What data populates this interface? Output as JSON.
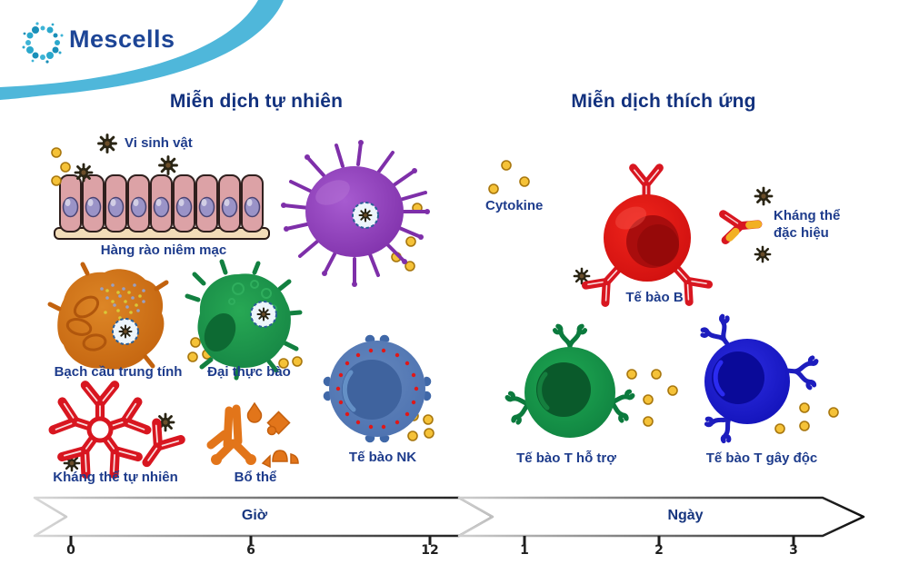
{
  "logo": {
    "name": "Mescells"
  },
  "sections": {
    "innate": {
      "title": "Miễn dịch tự nhiên",
      "labels": {
        "microbe": "Vi sinh vật",
        "barrier": "Hàng rào niêm mạc",
        "neutrophil": "Bạch cầu trung tính",
        "macrophage": "Đại thực bào",
        "natural_antibody": "Kháng thể tự nhiên",
        "complement": "Bổ thể",
        "nk_cell": "Tế bào NK"
      }
    },
    "adaptive": {
      "title": "Miễn dịch thích ứng",
      "labels": {
        "cytokine": "Cytokine",
        "b_cell": "Tế bào B",
        "specific_antibody_line1": "Kháng thể",
        "specific_antibody_line2": "đặc hiệu",
        "helper_t": "Tế bào T hỗ trợ",
        "cytotoxic_t": "Tế bào T gây độc"
      }
    }
  },
  "timeline": {
    "hours": {
      "label": "Giờ",
      "ticks": [
        "0",
        "6",
        "12"
      ]
    },
    "days": {
      "label": "Ngày",
      "ticks": [
        "1",
        "2",
        "3"
      ]
    }
  },
  "colors": {
    "brand_navy": "#1d4596",
    "label_navy": "#1e3c8c",
    "swoosh_teal": "#4fb7da",
    "microbe_dark": "#2a2514",
    "cytokine_yellow": "#f5c238",
    "barrier_pink": "#dca2a6",
    "neutrophil_orange": "#cf6c12",
    "macrophage_green": "#1a9449",
    "dendritic_purple": "#7e2fa9",
    "nk_blue": "#547bb4",
    "antibody_red": "#d81620",
    "complement_orange": "#e2751a",
    "b_cell_red": "#e01414",
    "helper_t_green": "#128043",
    "cytotoxic_t_blue": "#1414c8"
  }
}
